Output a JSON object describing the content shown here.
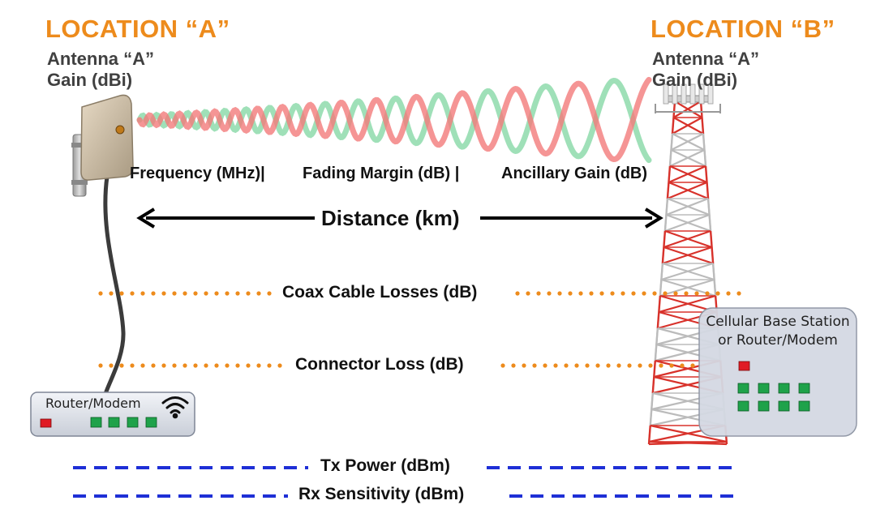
{
  "location_a": {
    "title": "LOCATION “A”",
    "antenna_line1": "Antenna “A”",
    "antenna_line2": "Gain (dBi)"
  },
  "location_b": {
    "title": "LOCATION “B”",
    "antenna_line1": "Antenna “A”",
    "antenna_line2": "Gain (dBi)"
  },
  "signal_labels": {
    "frequency": "Frequency (MHz)|",
    "fading": "Fading Margin (dB) |",
    "ancillary": "Ancillary Gain (dB)"
  },
  "distance_label": "Distance (km)",
  "coax_label": "Coax Cable Losses (dB)",
  "connector_label": "Connector Loss (dB)",
  "tx_label": "Tx Power (dBm)",
  "rx_label": "Rx Sensitivity (dBm)",
  "router_label": "Router/Modem",
  "base_station_label_line1": "Cellular Base Station",
  "base_station_label_line2": "or Router/Modem",
  "colors": {
    "orange": "#ED8B1C",
    "blue": "#1E2FD6",
    "wave_red": "#F37B7B",
    "wave_green": "#7FD6A0",
    "tower_red": "#D8322B",
    "led_red": "#E01B24",
    "led_green": "#1FA24A"
  }
}
